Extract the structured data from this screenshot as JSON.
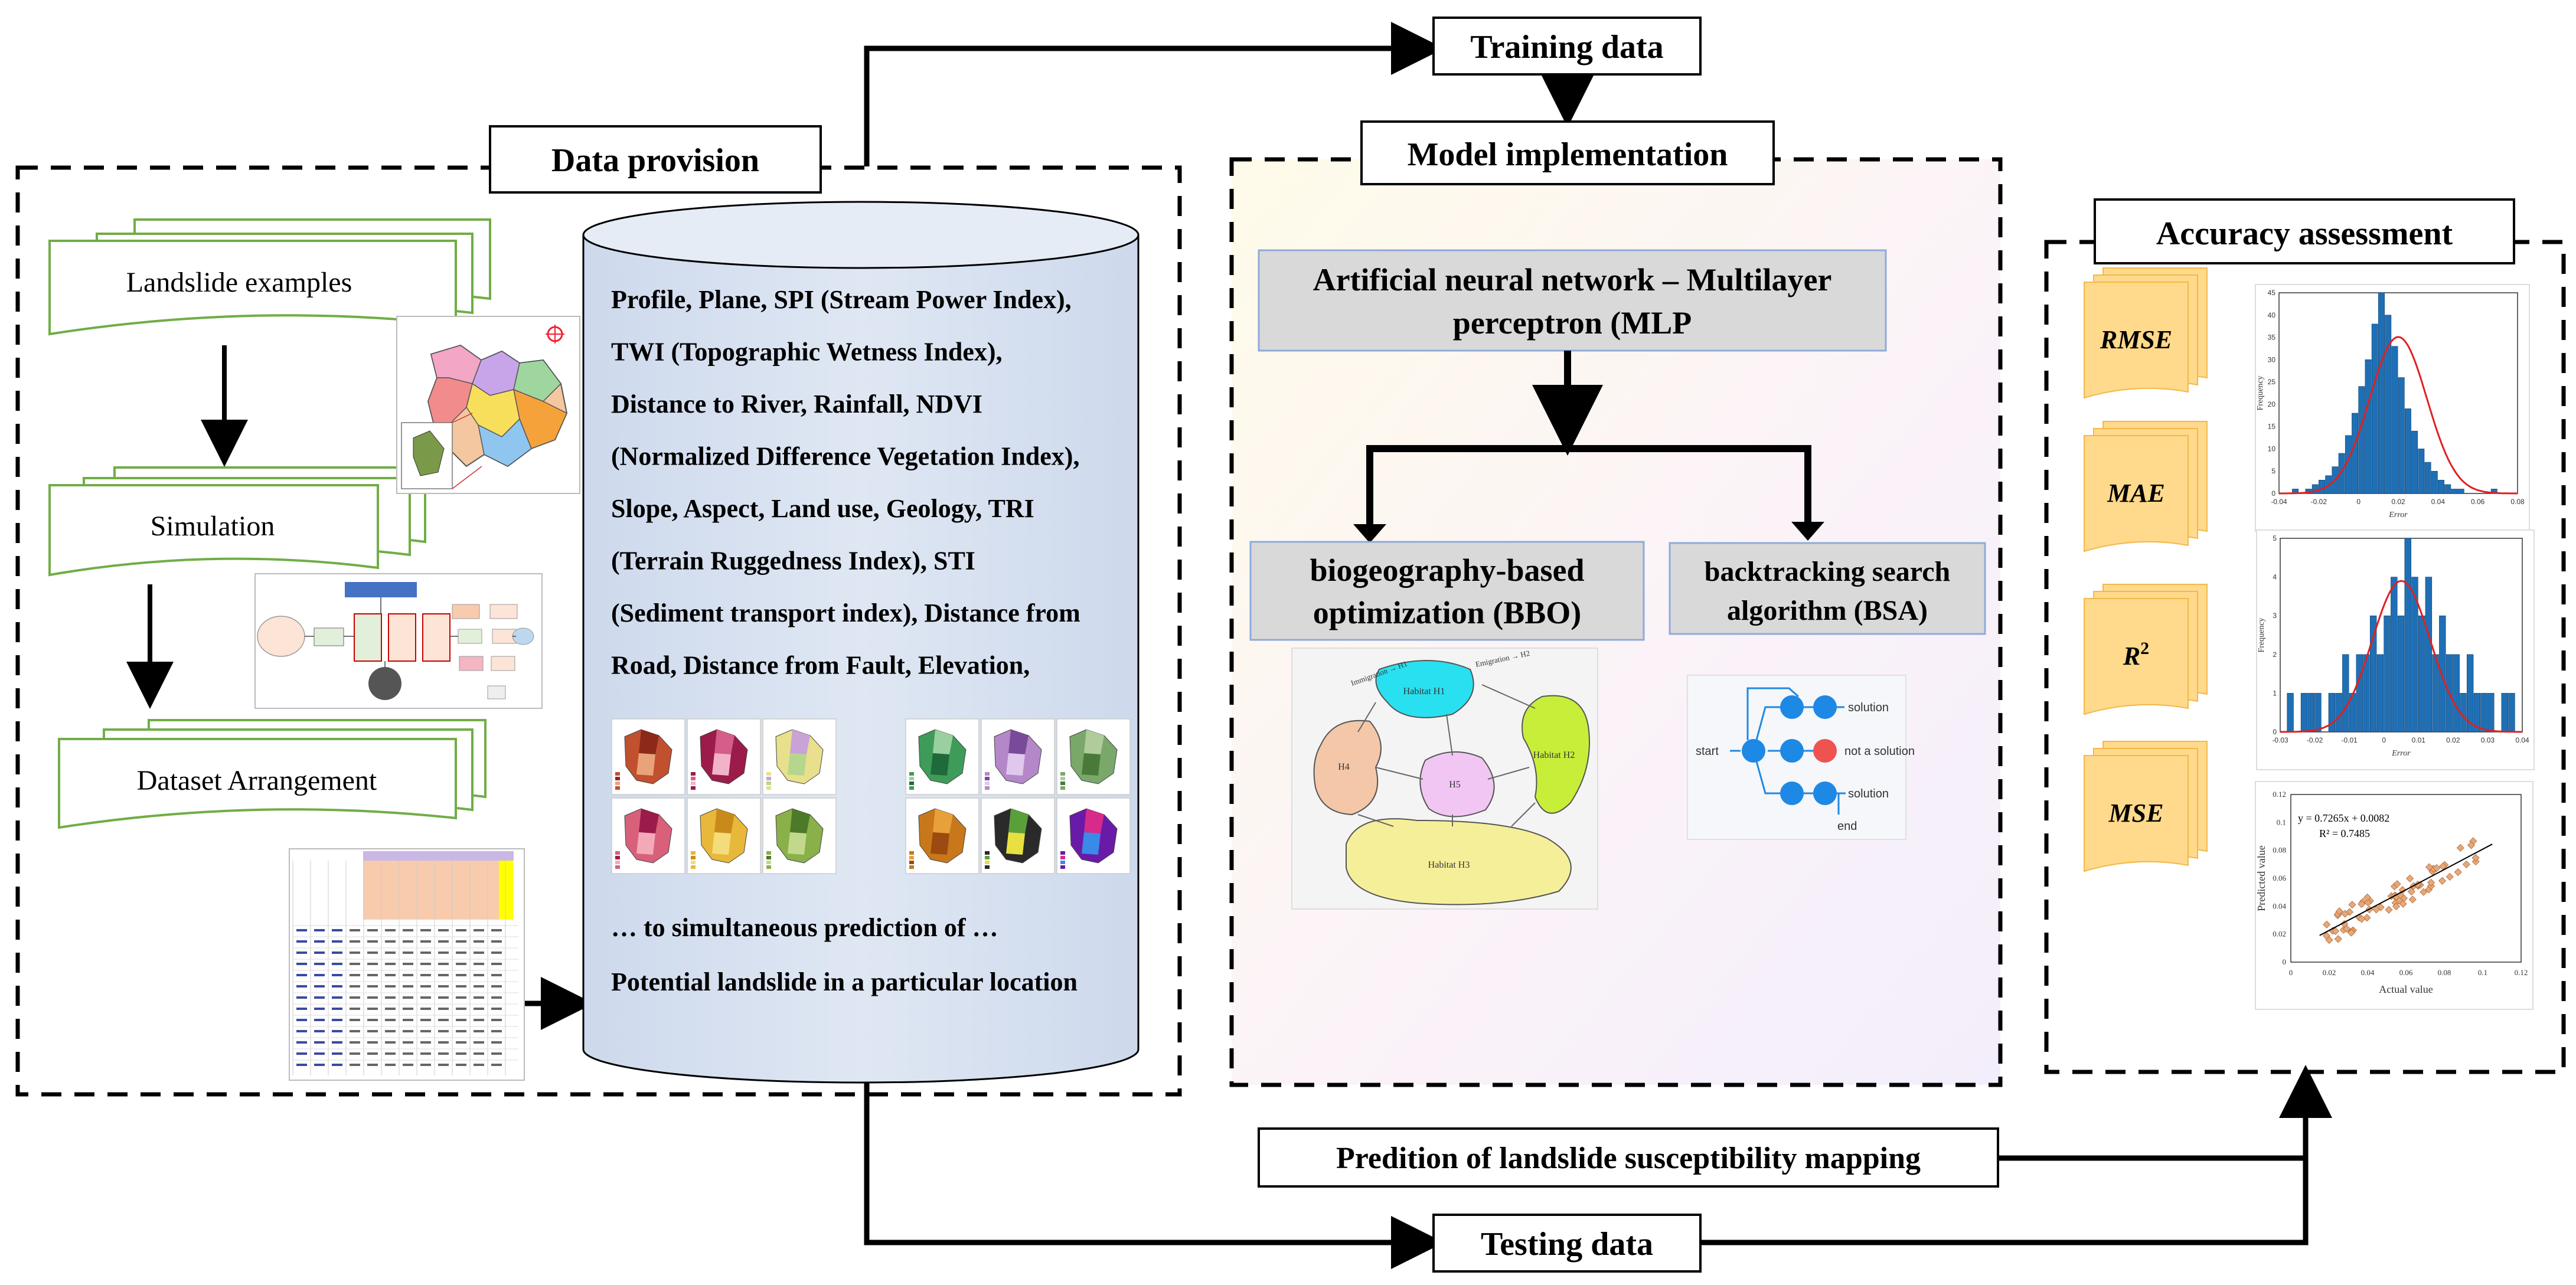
{
  "nodes": {
    "training_data": "Training data",
    "testing_data": "Testing data",
    "data_provision": "Data provision",
    "model_implementation": "Model implementation",
    "accuracy_assessment": "Accuracy assessment",
    "prediction": "Predition of landslide susceptibility mapping"
  },
  "data_provision": {
    "documents": [
      "Landslide examples",
      "Simulation",
      "Dataset Arrangement"
    ],
    "factors_lines": [
      "Profile, Plane, SPI (Stream Power Index),",
      "TWI (Topographic Wetness Index),",
      "Distance to River, Rainfall, NDVI",
      "(Normalized Difference Vegetation Index),",
      "Slope, Aspect, Land use, Geology, TRI",
      "(Terrain Ruggedness Index), STI",
      "(Sediment transport index), Distance from",
      "Road, Distance from Fault, Elevation,"
    ],
    "prediction_lines": [
      "… to simultaneous prediction of …",
      "Potential landslide in a particular location"
    ]
  },
  "model": {
    "ann_lines": [
      "Artificial neural network – Multilayer",
      "perceptron (MLP"
    ],
    "bbo_lines": [
      "biogeography-based",
      "optimization (BBO)"
    ],
    "bsa_lines": [
      "backtracking search",
      "algorithm (BSA)"
    ],
    "bbo_diagram": {
      "habitats": [
        "Habitat H1",
        "Habitat H2",
        "Habitat H3",
        "H4",
        "H5"
      ],
      "immigration_labels": [
        "Immigration → H1",
        "Emigration → H2"
      ]
    },
    "bsa_diagram": {
      "start": "start",
      "end": "end",
      "branches": [
        "solution",
        "not a solution",
        "solution"
      ]
    }
  },
  "accuracy": {
    "metrics": [
      {
        "label": "RMSE"
      },
      {
        "label": "MAE"
      },
      {
        "label": "R",
        "sup": "2"
      },
      {
        "label": "MSE"
      }
    ],
    "hist1": {
      "ylabel": "Frequency",
      "xlabel": "Error",
      "xticks": [
        "-0.04",
        "-0.02",
        "0",
        "0.02",
        "0.04",
        "0.06",
        "0.08"
      ],
      "yticks": [
        "0",
        "5",
        "10",
        "15",
        "20",
        "25",
        "30",
        "35",
        "40",
        "45"
      ]
    },
    "hist2": {
      "ylabel": "Frequency",
      "xlabel": "Error",
      "xticks": [
        "-0.03",
        "-0.02",
        "-0.01",
        "0",
        "0.01",
        "0.02",
        "0.03",
        "0.04"
      ],
      "yticks": [
        "0",
        "1",
        "2",
        "3",
        "4",
        "5"
      ]
    },
    "scatter": {
      "equation": "y = 0.7265x + 0.0082",
      "r2": "R² = 0.7485",
      "xlabel": "Actual value",
      "ylabel": "Predicted value",
      "xticks": [
        "0",
        "0.02",
        "0.04",
        "0.06",
        "0.08",
        "0.1",
        "0.12"
      ],
      "yticks": [
        "0",
        "0.02",
        "0.04",
        "0.06",
        "0.08",
        "0.1",
        "0.12"
      ]
    }
  },
  "colors": {
    "cylinder_fill": "#dbe4f1",
    "doc_border": "#70ad47",
    "header_fill": "#d9d9d9",
    "header_border": "#8eaadb",
    "metric_fill": "#ffd98c",
    "metric_stroke": "#f2b84b",
    "hist_bar": "#1f6fb5",
    "fit_curve": "#e02020",
    "scatter_point": "#e7a878"
  }
}
